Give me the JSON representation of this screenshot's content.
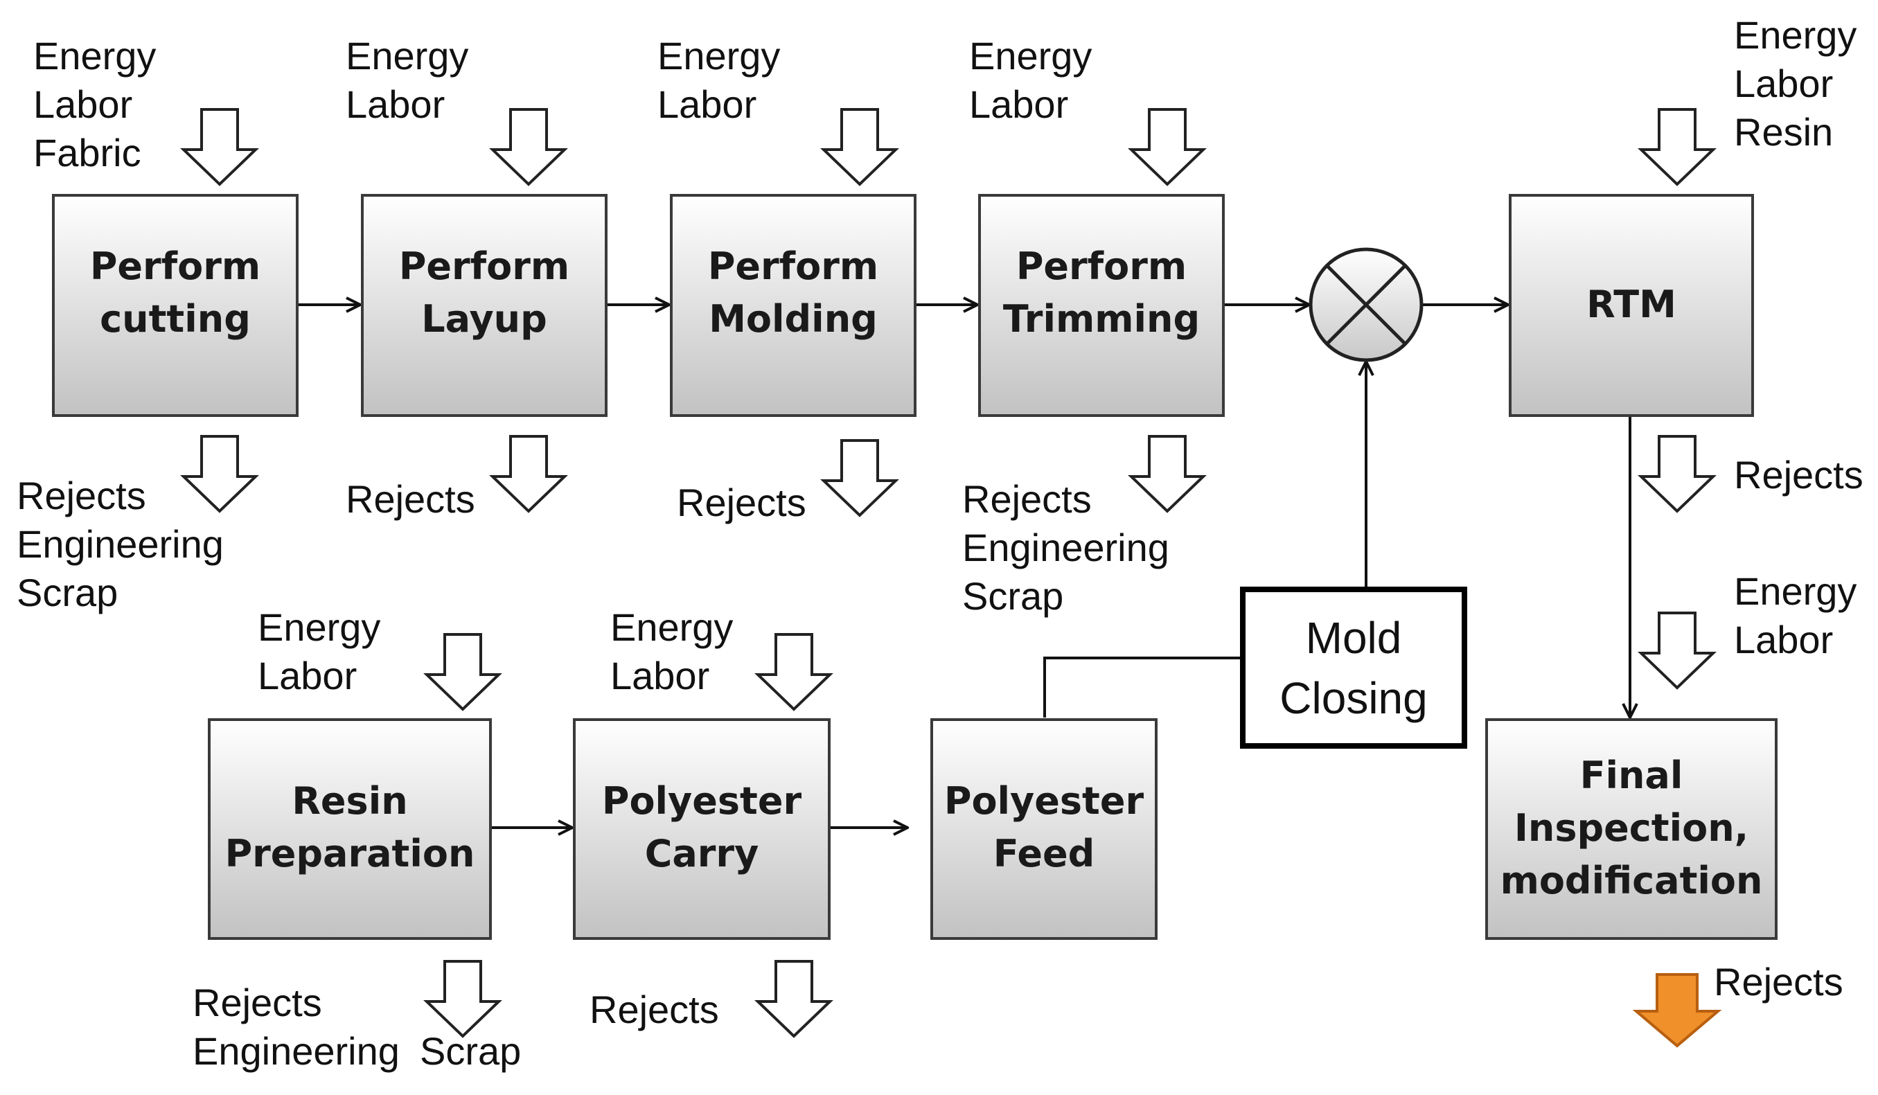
{
  "colors": {
    "box_gradient_top": "#ffffff",
    "box_gradient_bottom": "#c2c2c2",
    "box_stroke": "#3a3a3a",
    "arrow_fill": "#ffffff",
    "reject_highlight": "#f0902a"
  },
  "icons": [
    "hollow-down-arrow-icon",
    "summing-junction-icon",
    "orange-down-arrow-icon"
  ],
  "processes": {
    "perform_cutting": [
      "Perform",
      "cutting"
    ],
    "perform_layup": [
      "Perform",
      "Layup"
    ],
    "perform_molding": [
      "Perform",
      "Molding"
    ],
    "perform_trimming": [
      "Perform",
      "Trimming"
    ],
    "rtm": [
      "RTM"
    ],
    "resin_preparation": [
      "Resin",
      "Preparation"
    ],
    "polyester_carry": [
      "Polyester",
      "Carry"
    ],
    "polyester_feed": [
      "Polyester",
      "Feed"
    ],
    "final_inspection": [
      "Final",
      "Inspection,",
      "modification"
    ],
    "mold_closing": [
      "Mold",
      "Closing"
    ]
  },
  "inputs": {
    "cutting": [
      "Energy",
      "Labor",
      "Fabric"
    ],
    "layup": [
      "Energy",
      "Labor"
    ],
    "molding": [
      "Energy",
      "Labor"
    ],
    "trimming": [
      "Energy",
      "Labor"
    ],
    "rtm": [
      "Energy",
      "Labor",
      "Resin"
    ],
    "final_inspection": [
      "Energy",
      "Labor"
    ],
    "resin_preparation": [
      "Energy",
      "Labor"
    ],
    "polyester_carry": [
      "Energy",
      "Labor"
    ]
  },
  "outputs": {
    "cutting": [
      "Rejects",
      "Engineering",
      "Scrap"
    ],
    "layup": [
      "Rejects"
    ],
    "molding": [
      "Rejects"
    ],
    "trimming": [
      "Rejects",
      "Engineering",
      "Scrap"
    ],
    "rtm": [
      "Rejects"
    ],
    "final_inspection": [
      "Rejects"
    ],
    "resin_preparation": [
      "Rejects",
      "Engineering",
      "Scrap"
    ],
    "polyester_carry": [
      "Rejects"
    ]
  }
}
